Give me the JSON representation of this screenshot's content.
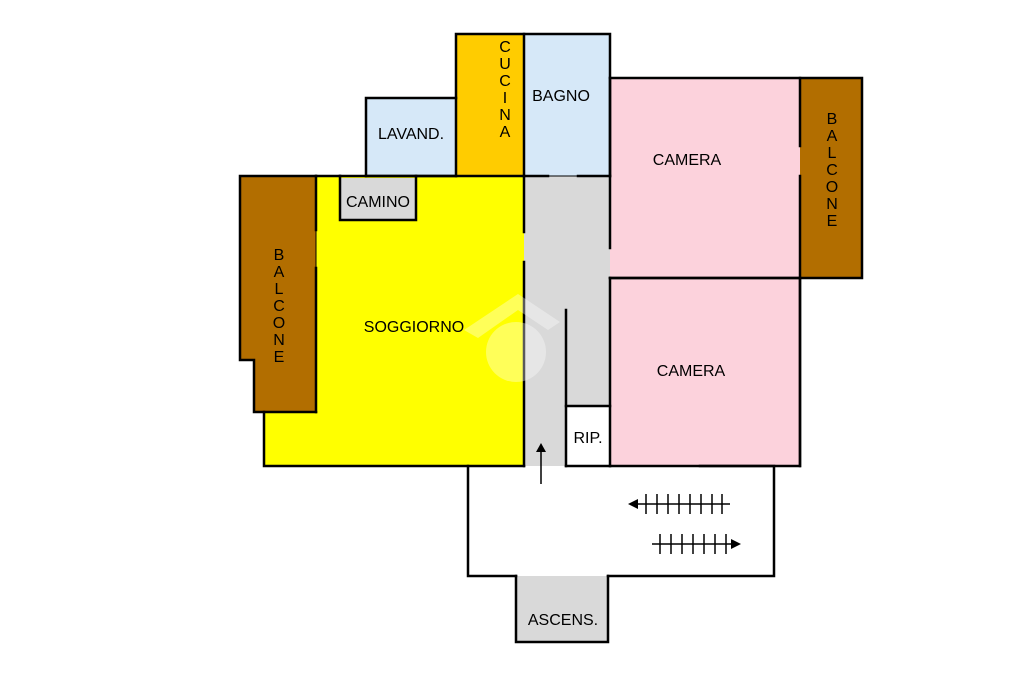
{
  "colors": {
    "living": "#ffff00",
    "kitchen": "#ffcc00",
    "wet_rooms": "#d6e8f8",
    "bedrooms": "#fcd2dc",
    "balcony": "#b26e00",
    "corridor": "#d9d9d9",
    "walls": "#000000",
    "background": "#ffffff"
  },
  "rooms": {
    "lavand": {
      "label": "LAVAND."
    },
    "cucina": {
      "label": "CUCINA"
    },
    "bagno": {
      "label": "BAGNO"
    },
    "camera_top": {
      "label": "CAMERA"
    },
    "balcone_right": {
      "label": "BALCONE"
    },
    "camino": {
      "label": "CAMINO"
    },
    "balcone_left": {
      "label": "BALCONE"
    },
    "soggiorno": {
      "label": "SOGGIORNO"
    },
    "camera_bottom": {
      "label": "CAMERA"
    },
    "rip": {
      "label": "RIP."
    },
    "ascens": {
      "label": "ASCENS."
    }
  },
  "icons": {
    "entry_arrow": "arrow-up-icon",
    "stair_down": "stairs-left-arrow-icon",
    "stair_up": "stairs-right-arrow-icon",
    "watermark": "house-watermark-icon"
  }
}
